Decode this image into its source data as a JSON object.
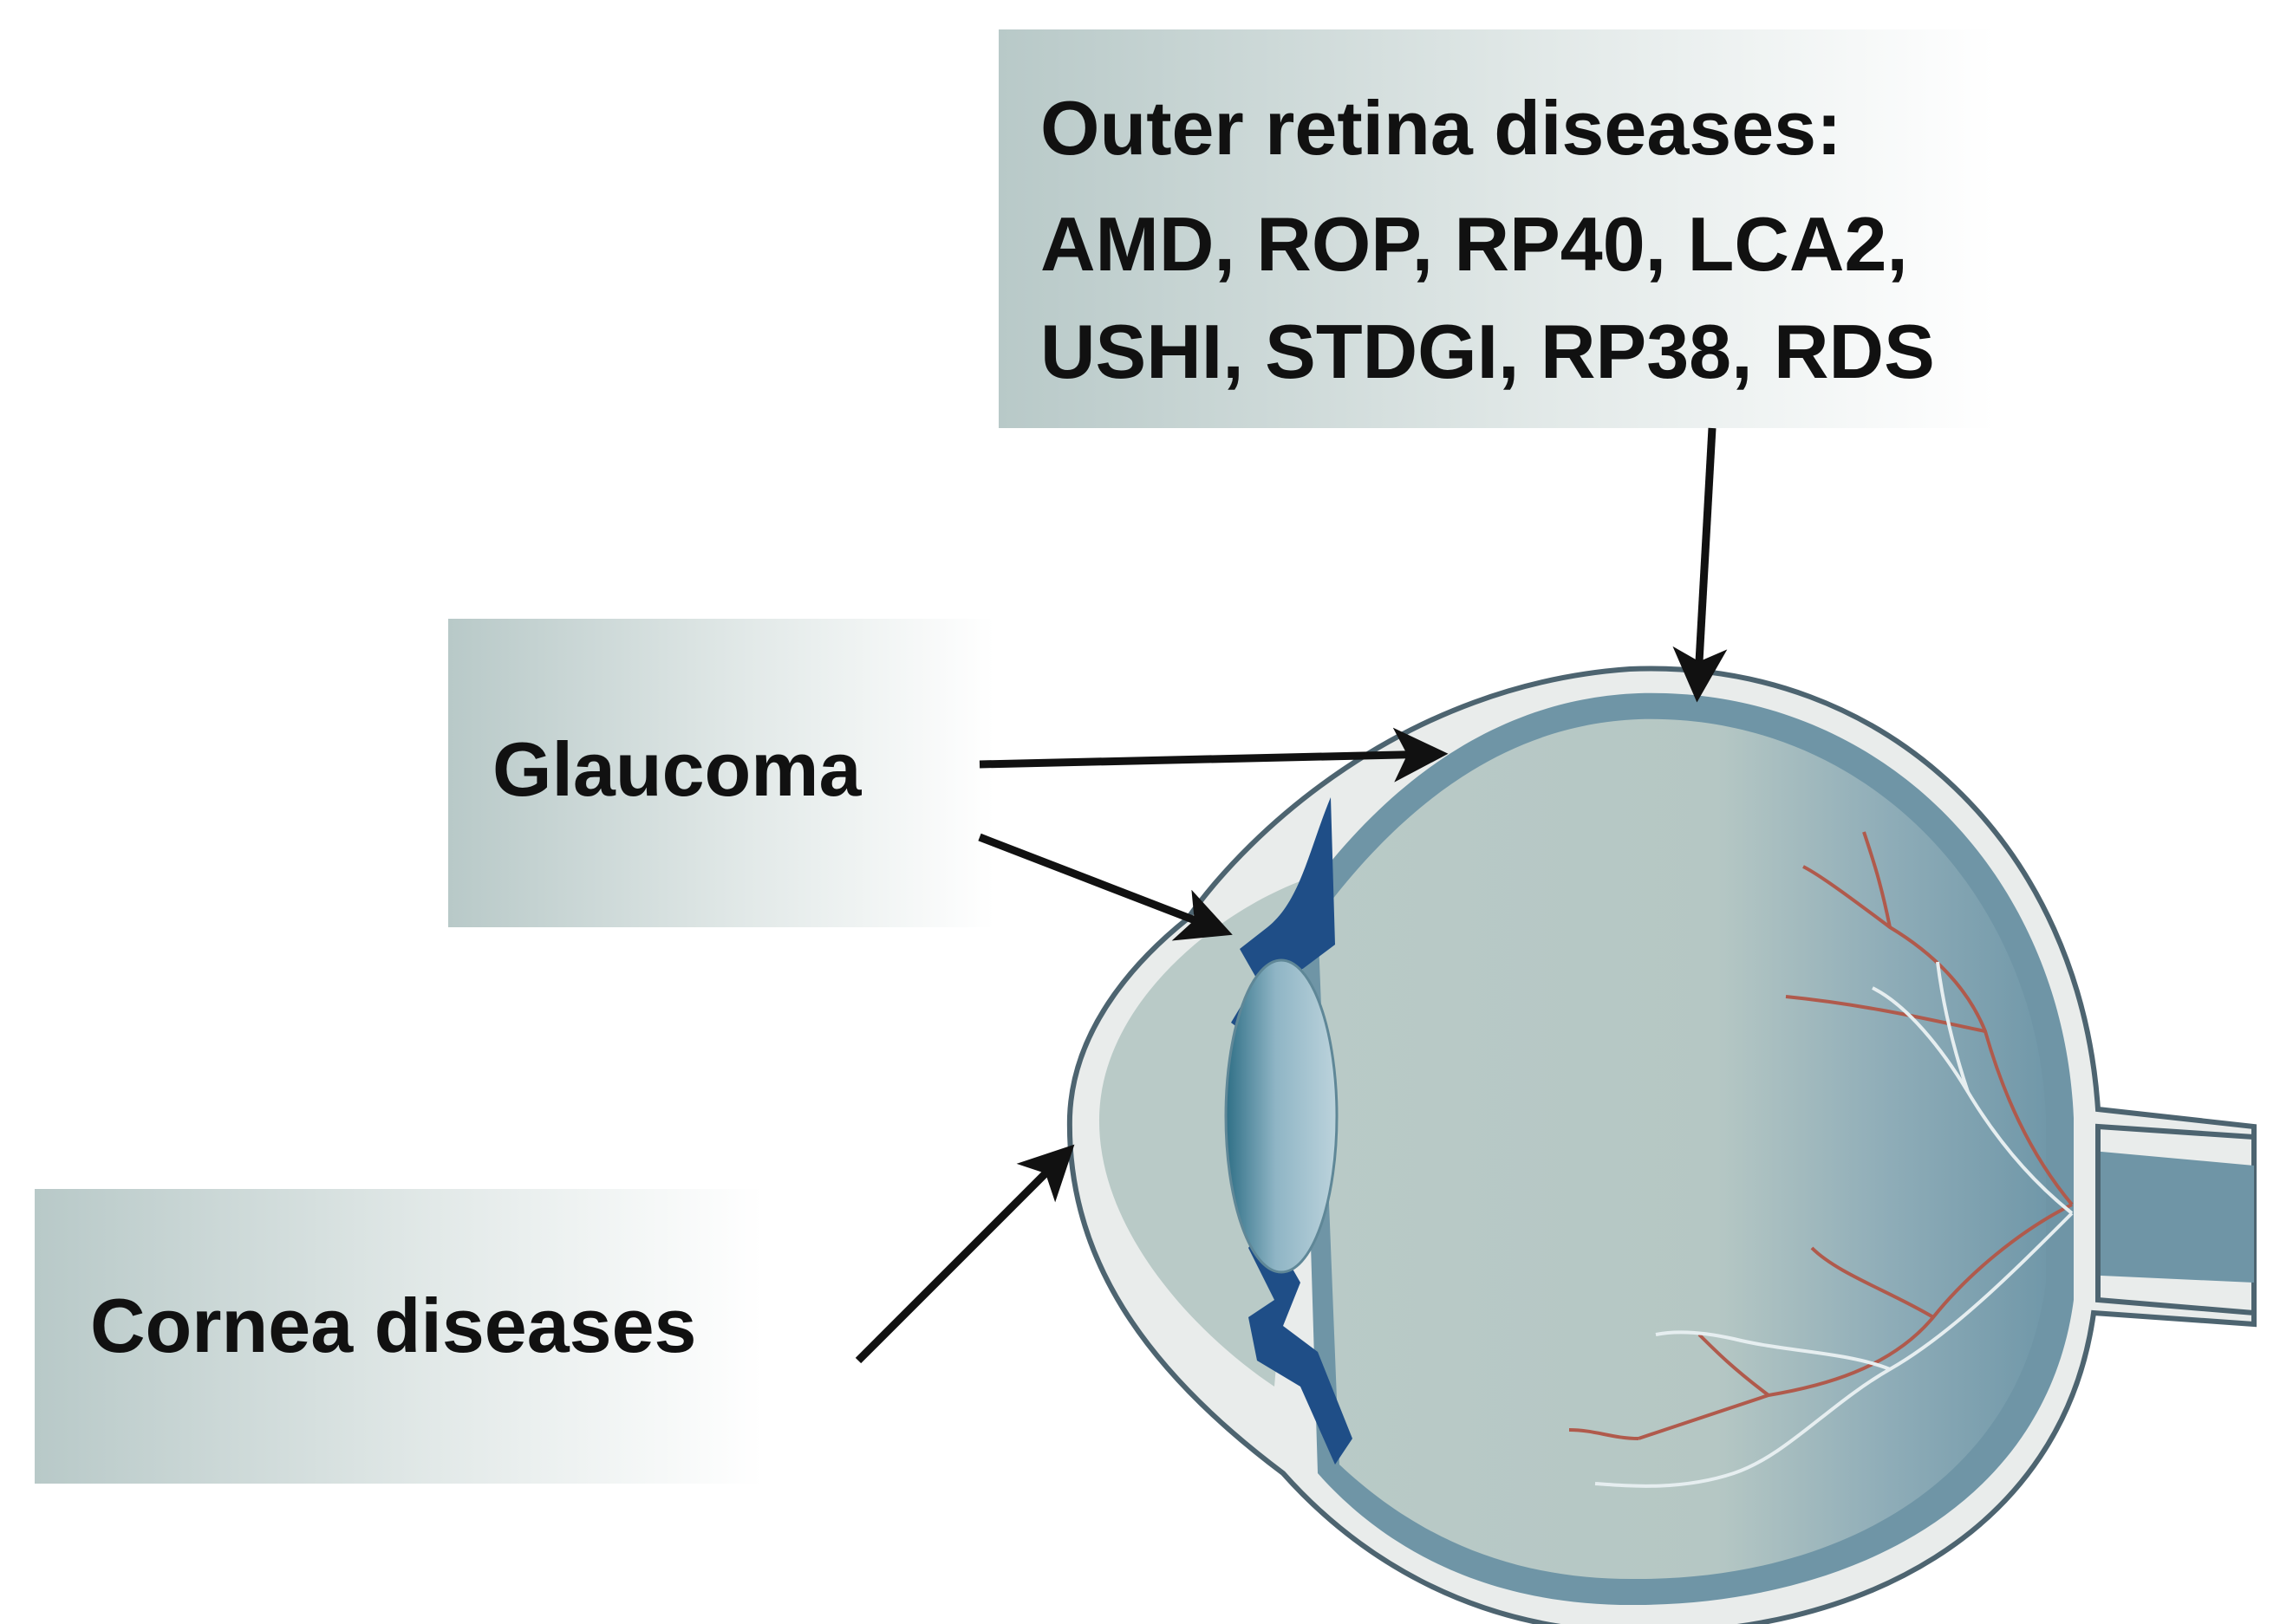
{
  "labels": {
    "outer_retina_title": "Outer retina diseases:",
    "outer_retina_line1": "AMD, ROP, RP40, LCA2,",
    "outer_retina_line2": "USHI, STDGI, RP38, RDS",
    "glaucoma": "Glaucoma",
    "cornea": "Cornea diseases"
  },
  "colors": {
    "label_box": "#b8c9c8",
    "sclera_outline": "#4d6470",
    "sclera_fill": "#e9eceb",
    "retina_layer": "#6f95a6",
    "vitreous": "#b8c9c6",
    "iris": "#1f4e87",
    "lens": "#9fc1d0",
    "artery": "#b05a4c",
    "vein": "#e6eef0",
    "arrow": "#111111"
  },
  "icons": {
    "eye": "eye-cross-section-icon"
  }
}
